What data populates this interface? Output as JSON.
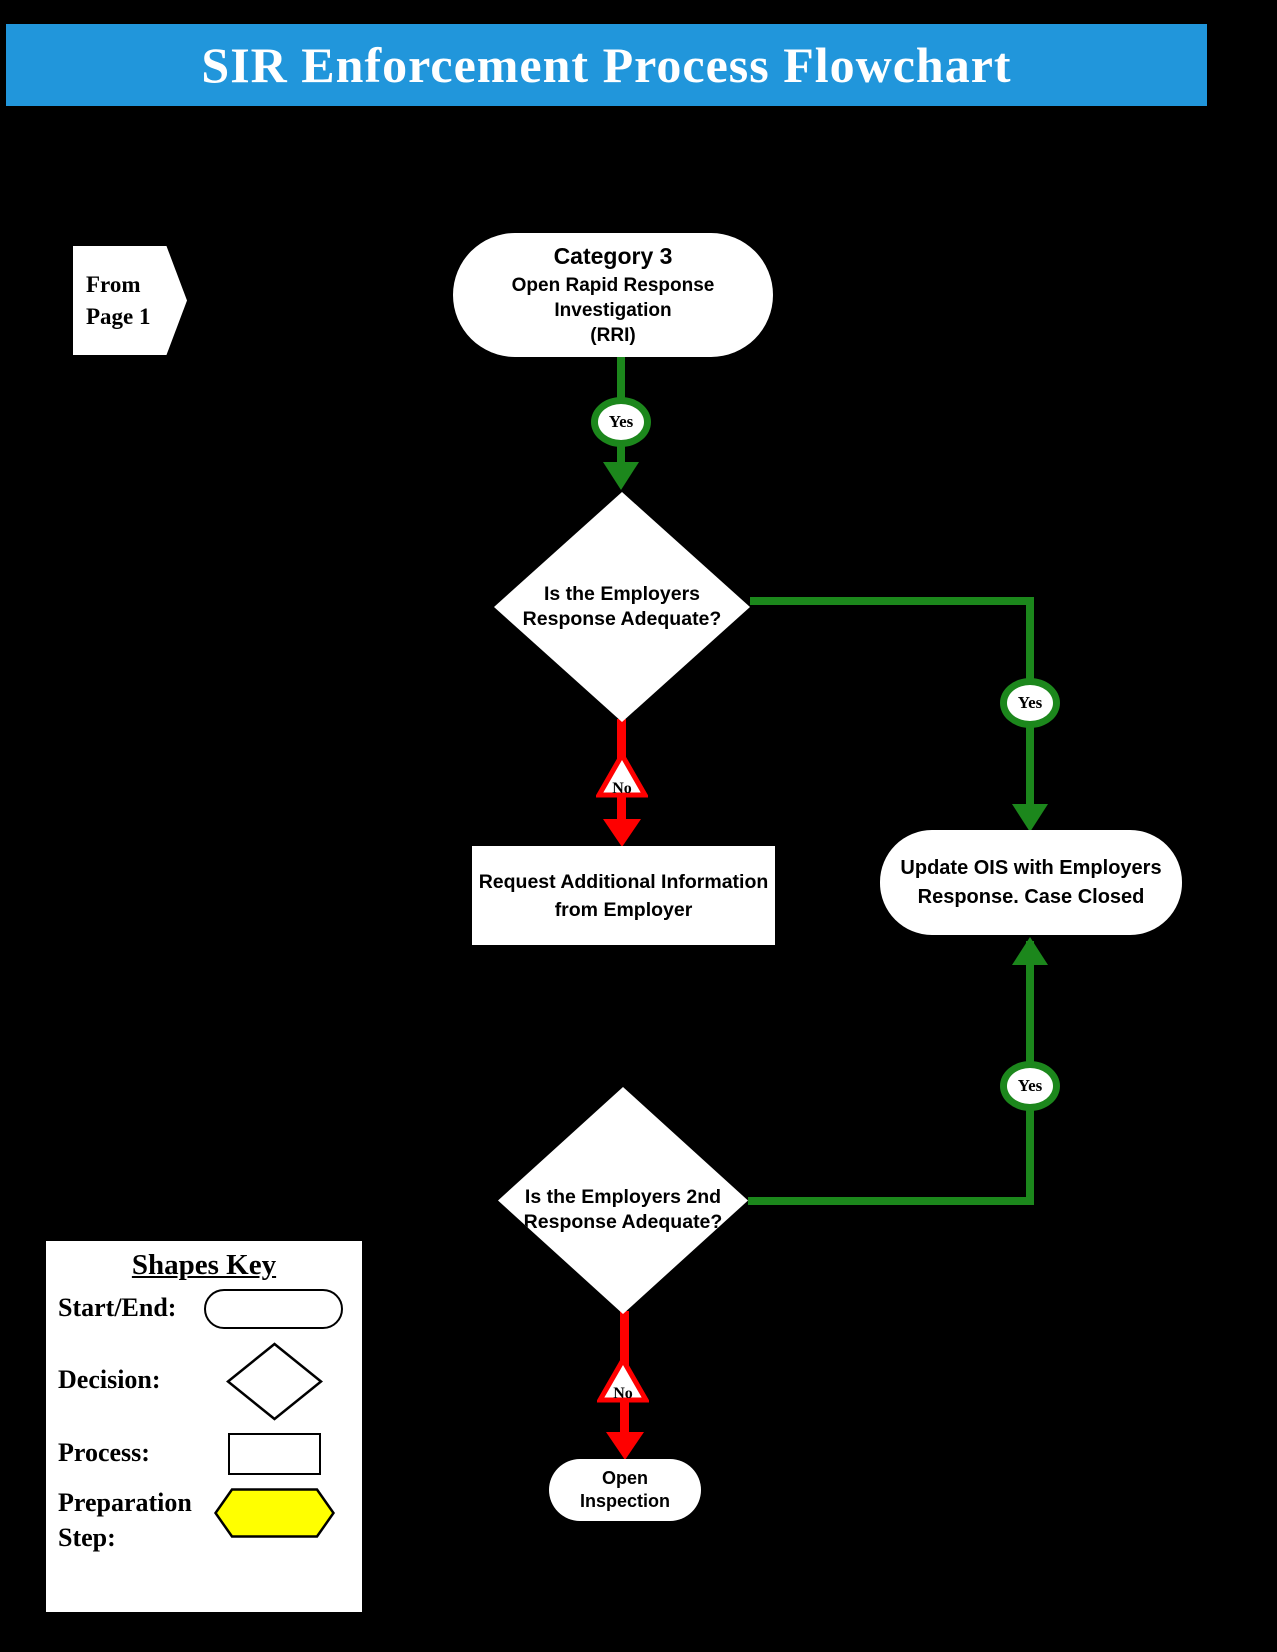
{
  "title_bar": {
    "title": "SIR Enforcement Process Flowchart"
  },
  "offpage": {
    "line1": "From",
    "line2": "Page 1"
  },
  "nodes": {
    "start": {
      "line1": "Category 3",
      "line2": "Open Rapid Response",
      "line3": "Investigation",
      "line4": "(RRI)"
    },
    "decision1": {
      "line1": "Is the Employers",
      "line2": "Response Adequate?"
    },
    "request_info": {
      "line1": "Request Additional Information",
      "line2": "from Employer"
    },
    "update_ois": {
      "line1": "Update OIS with Employers",
      "line2": "Response. Case Closed"
    },
    "decision2": {
      "line1": "Is the Employers 2nd",
      "line2": "Response Adequate?"
    },
    "open_inspection": {
      "line1": "Open",
      "line2": "Inspection"
    }
  },
  "edge_labels": {
    "yes_start": "Yes",
    "yes_decision1": "Yes",
    "yes_decision2": "Yes",
    "no_decision1": "No",
    "no_decision2": "No"
  },
  "shapes_key": {
    "heading": "Shapes Key",
    "start_end_label": "Start/End:",
    "decision_label": "Decision:",
    "process_label": "Process:",
    "prep_label_line1": "Preparation",
    "prep_label_line2": "Step:"
  },
  "colors": {
    "title_bar_bg": "#2196db",
    "flow_green": "#1c871c",
    "flow_red": "#fe0000",
    "prep_yellow": "#ffff00",
    "background": "#000000"
  }
}
